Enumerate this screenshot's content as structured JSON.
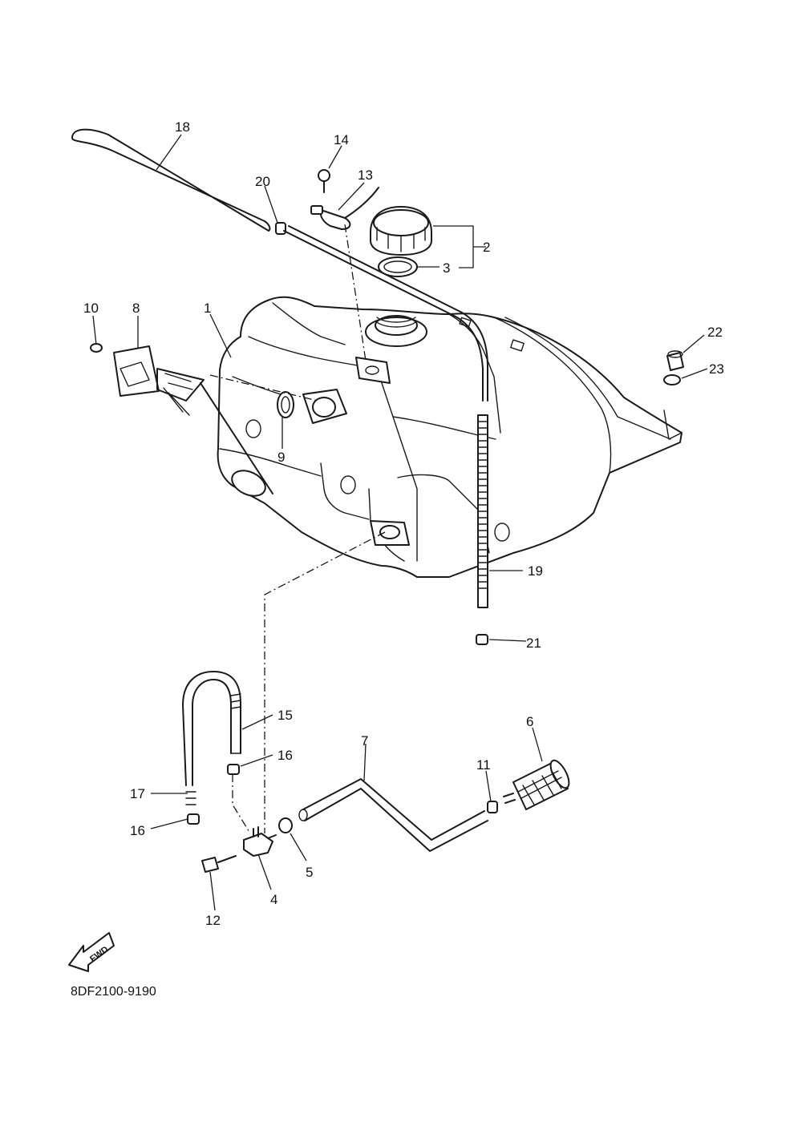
{
  "diagram": {
    "callouts": [
      "1",
      "2",
      "3",
      "4",
      "5",
      "6",
      "7",
      "8",
      "9",
      "10",
      "11",
      "12",
      "13",
      "14",
      "15",
      "16",
      "16",
      "17",
      "18",
      "19",
      "20",
      "21",
      "22",
      "23"
    ],
    "direction_label": "FWD",
    "drawing_code": "8DF2100-9190"
  }
}
